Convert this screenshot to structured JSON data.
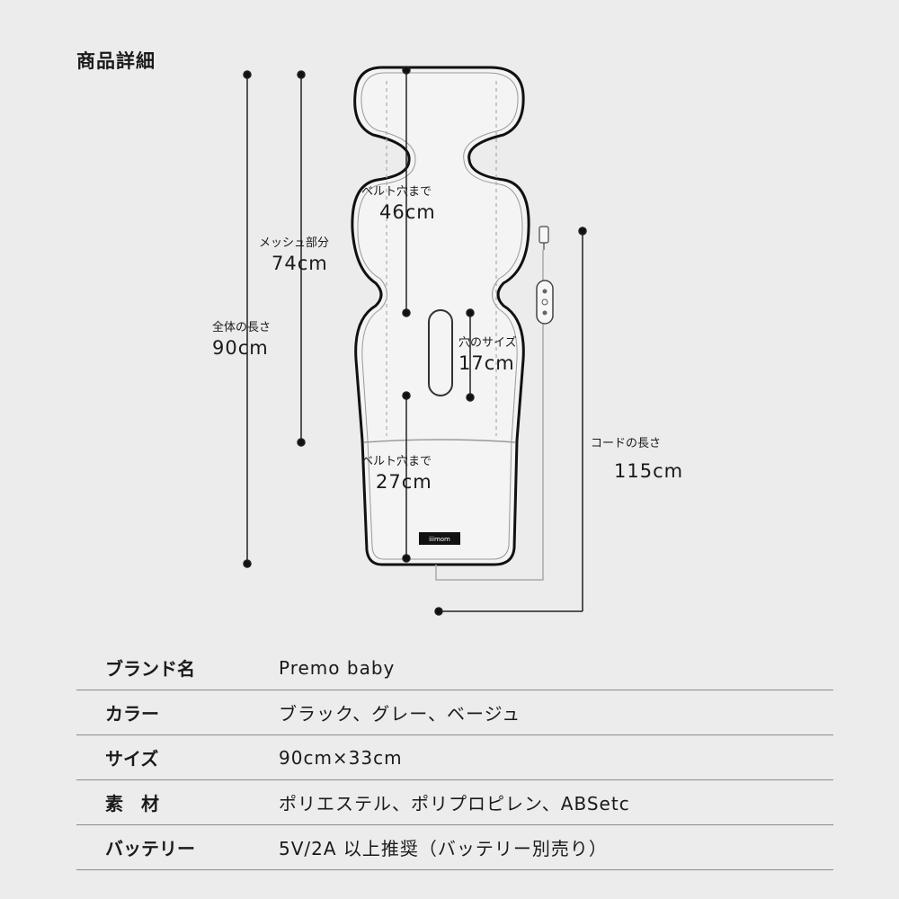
{
  "page_title": "商品詳細",
  "dimensions": {
    "total_length": {
      "label": "全体の長さ",
      "value": "90cm"
    },
    "mesh_section": {
      "label": "メッシュ部分",
      "value": "74cm"
    },
    "belt_hole_top": {
      "label": "ベルト穴まで",
      "value": "46cm"
    },
    "hole_size": {
      "label": "穴のサイズ",
      "value": "17cm"
    },
    "belt_hole_bottom": {
      "label": "ベルト穴まで",
      "value": "27cm"
    },
    "cord_length": {
      "label": "コードの長さ",
      "value": "115cm"
    }
  },
  "brand_tag": "iiimom",
  "specs": [
    {
      "key": "ブランド名",
      "value": "Premo baby"
    },
    {
      "key": "カラー",
      "value": "ブラック、グレー、ベージュ"
    },
    {
      "key": "サイズ",
      "value": "90cm×33cm"
    },
    {
      "key": "素　材",
      "value": "ポリエステル、ポリプロピレン、ABSetc"
    },
    {
      "key": "バッテリー",
      "value": "5V/2A 以上推奨（バッテリー別売り）"
    }
  ]
}
